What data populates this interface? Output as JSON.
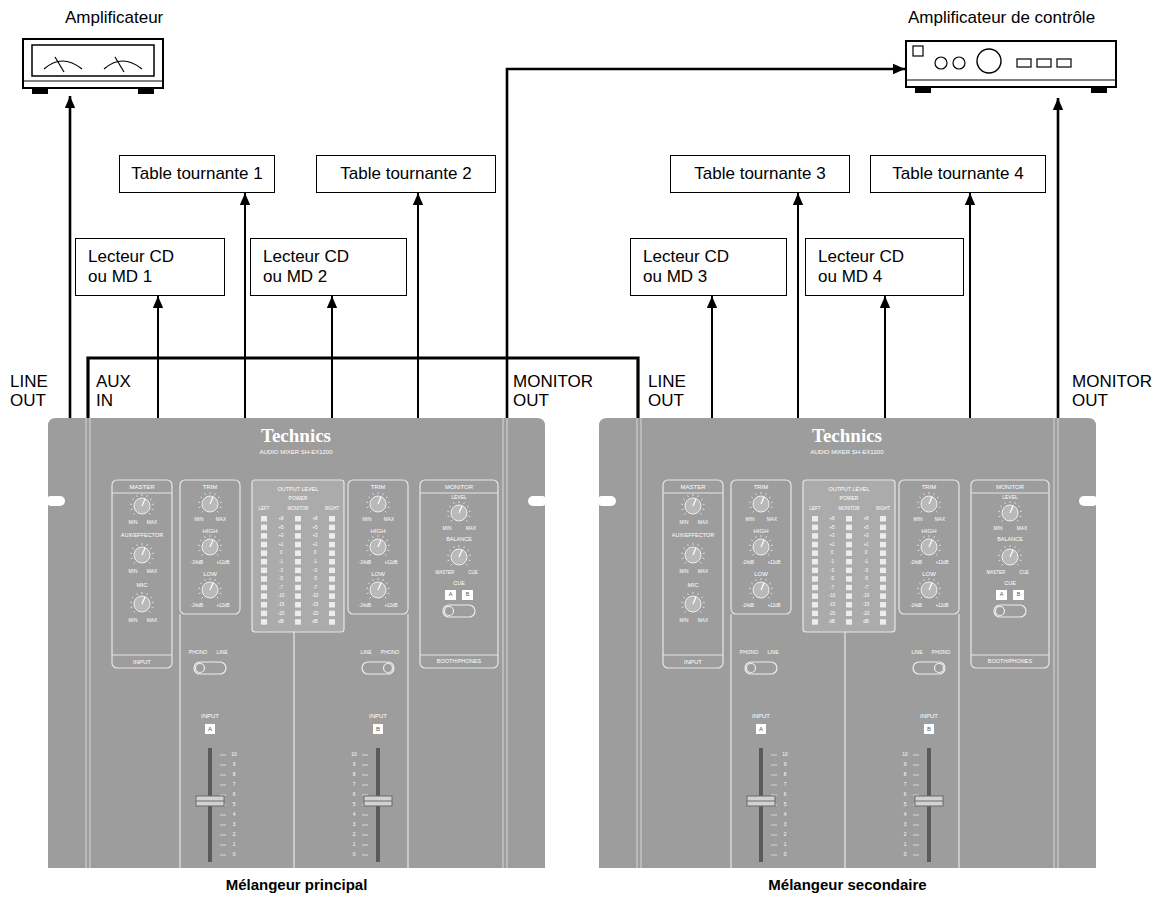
{
  "diagram": {
    "nodes": [
      {
        "text": [
          "Amplificateur"
        ]
      },
      {
        "text": [
          "Amplificateur de contrôle"
        ]
      },
      {
        "text": [
          "Table tournante 1"
        ]
      },
      {
        "text": [
          "Table tournante 2"
        ]
      },
      {
        "text": [
          "Table tournante 3"
        ]
      },
      {
        "text": [
          "Table tournante 4"
        ]
      },
      {
        "text": [
          "Lecteur CD ou MD 1"
        ]
      },
      {
        "text": [
          "Lecteur CD ou MD 2"
        ]
      },
      {
        "text": [
          "Lecteur CD ou MD 3"
        ]
      },
      {
        "text": [
          "Lecteur CD ou MD 4"
        ]
      },
      {
        "text": [
          "Mélangeur principal"
        ]
      },
      {
        "text": [
          "Mélangeur secondaire"
        ]
      }
    ],
    "edges": [
      {
        "from": 10,
        "to": 0,
        "arrow": "to"
      },
      {
        "from": 10,
        "to": 6,
        "arrow": "to"
      },
      {
        "from": 10,
        "to": 2,
        "arrow": "to"
      },
      {
        "from": 10,
        "to": 7,
        "arrow": "to"
      },
      {
        "from": 10,
        "to": 3,
        "arrow": "to"
      },
      {
        "from": 10,
        "to": 1,
        "arrow": "to"
      },
      {
        "from": 11,
        "to": 10,
        "arrow": "none"
      },
      {
        "from": 11,
        "to": 8,
        "arrow": "to"
      },
      {
        "from": 11,
        "to": 4,
        "arrow": "to"
      },
      {
        "from": 11,
        "to": 9,
        "arrow": "to"
      },
      {
        "from": 11,
        "to": 5,
        "arrow": "to"
      },
      {
        "from": 11,
        "to": 1,
        "arrow": "to"
      }
    ],
    "labels": [
      "LINE OUT",
      "AUX IN",
      "MONITOR OUT",
      "LINE OUT",
      "MONITOR OUT",
      "Technics",
      "AUDIO MIXER SH-EX1200",
      "MASTER",
      "MIN",
      "MAX",
      "AUX/EFFECTOR",
      "MIN",
      "MAX",
      "MIC",
      "MIN",
      "MAX",
      "INPUT",
      "TRIM",
      "MIN",
      "MAX",
      "HIGH",
      "-24dB",
      "+12dB",
      "LOW",
      "-24dB",
      "+12dB",
      "PHONO",
      "LINE",
      "INPUT",
      "A",
      "10",
      "9",
      "8",
      "7",
      "6",
      "5",
      "4",
      "3",
      "2",
      "1",
      "0",
      "OUTPUT LEVEL",
      "POWER",
      "LEFT",
      "MONITOR",
      "RIGHT",
      "+8",
      "+5",
      "+3",
      "+1",
      "0",
      "-1",
      "-3",
      "-5",
      "-7",
      "-10",
      "-15",
      "-20",
      "dB",
      "+8",
      "+5",
      "+3",
      "+1",
      "0",
      "-1",
      "-3",
      "-5",
      "-7",
      "-10",
      "-15",
      "-20",
      "dB",
      "TRIM",
      "MIN",
      "MAX",
      "HIGH",
      "-24dB",
      "+12dB",
      "LOW",
      "-24dB",
      "+12dB",
      "LINE",
      "PHONO",
      "INPUT",
      "B",
      "10",
      "9",
      "8",
      "7",
      "6",
      "5",
      "4",
      "3",
      "2",
      "1",
      "0",
      "MONITOR",
      "LEVEL",
      "MIN",
      "MAX",
      "BALANCE",
      "MASTER",
      "CUE",
      "CUE",
      "A",
      "B",
      "BOOTH/PHONES",
      "Technics",
      "AUDIO MIXER SH-EX1200",
      "MASTER",
      "MIN",
      "MAX",
      "AUX/EFFECTOR",
      "MIN",
      "MAX",
      "MIC",
      "MIN",
      "MAX",
      "INPUT",
      "TRIM",
      "MIN",
      "MAX",
      "HIGH",
      "-24dB",
      "+12dB",
      "LOW",
      "-24dB",
      "+12dB",
      "PHONO",
      "LINE",
      "INPUT",
      "A",
      "10",
      "9",
      "8",
      "7",
      "6",
      "5",
      "4",
      "3",
      "2",
      "1",
      "0",
      "OUTPUT LEVEL",
      "POWER",
      "LEFT",
      "MONITOR",
      "RIGHT",
      "+8",
      "+5",
      "+3",
      "+1",
      "0",
      "-1",
      "-3",
      "-5",
      "-7",
      "-10",
      "-15",
      "-20",
      "dB",
      "+8",
      "+5",
      "+3",
      "+1",
      "0",
      "-1",
      "-3",
      "-5",
      "-7",
      "-10",
      "-15",
      "-20",
      "dB",
      "TRIM",
      "MIN",
      "MAX",
      "HIGH",
      "-24dB",
      "+12dB",
      "LOW",
      "-24dB",
      "+12dB",
      "LINE",
      "PHONO",
      "INPUT",
      "B",
      "10",
      "9",
      "8",
      "7",
      "6",
      "5",
      "4",
      "3",
      "2",
      "1",
      "0",
      "MONITOR",
      "LEVEL",
      "MIN",
      "MAX",
      "BALANCE",
      "MASTER",
      "CUE",
      "CUE",
      "A",
      "B",
      "BOOTH/PHONES"
    ]
  }
}
